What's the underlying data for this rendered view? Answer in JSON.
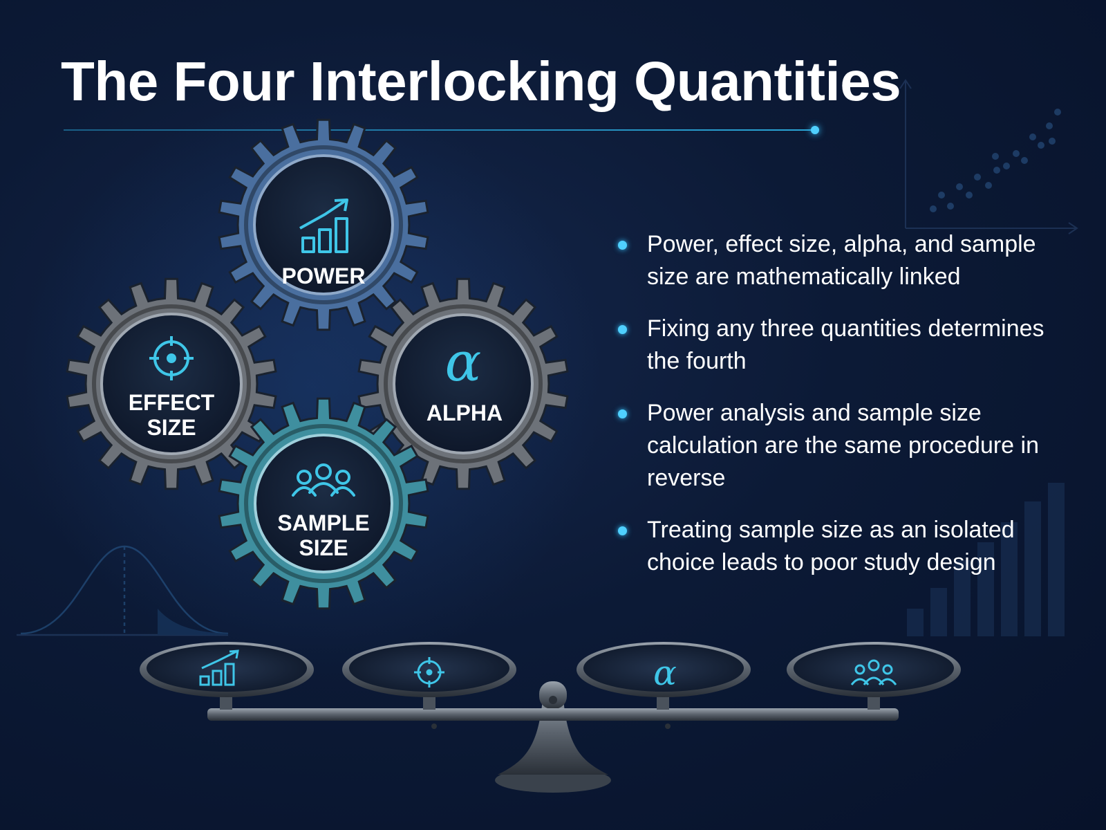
{
  "title": "The Four Interlocking Quantities",
  "gears": {
    "power": {
      "label": "POWER",
      "icon": "bar-chart-up-arrow-icon",
      "color": "#4a6f9f"
    },
    "effect_size": {
      "label_line1": "EFFECT",
      "label_line2": "SIZE",
      "icon": "crosshair-target-icon",
      "color": "#6d7279"
    },
    "alpha": {
      "label": "ALPHA",
      "icon": "alpha-symbol-icon",
      "symbol": "α",
      "color": "#6d7279"
    },
    "sample_size": {
      "label_line1": "SAMPLE",
      "label_line2": "SIZE",
      "icon": "people-group-icon",
      "color": "#3f8f9f"
    }
  },
  "bullets": [
    "Power, effect size, alpha, and sample size are mathematically linked",
    "Fixing any three quantities determines the fourth",
    "Power analysis and sample size calculation are the same procedure in reverse",
    "Treating sample size as an isolated choice leads to poor study design"
  ],
  "balance_pans": [
    {
      "icon": "bar-chart-up-arrow-icon"
    },
    {
      "icon": "crosshair-target-icon"
    },
    {
      "icon": "alpha-symbol-icon",
      "symbol": "α"
    },
    {
      "icon": "people-group-icon"
    }
  ],
  "colors": {
    "accent": "#3fc6e8",
    "background": "#0c1a36"
  }
}
